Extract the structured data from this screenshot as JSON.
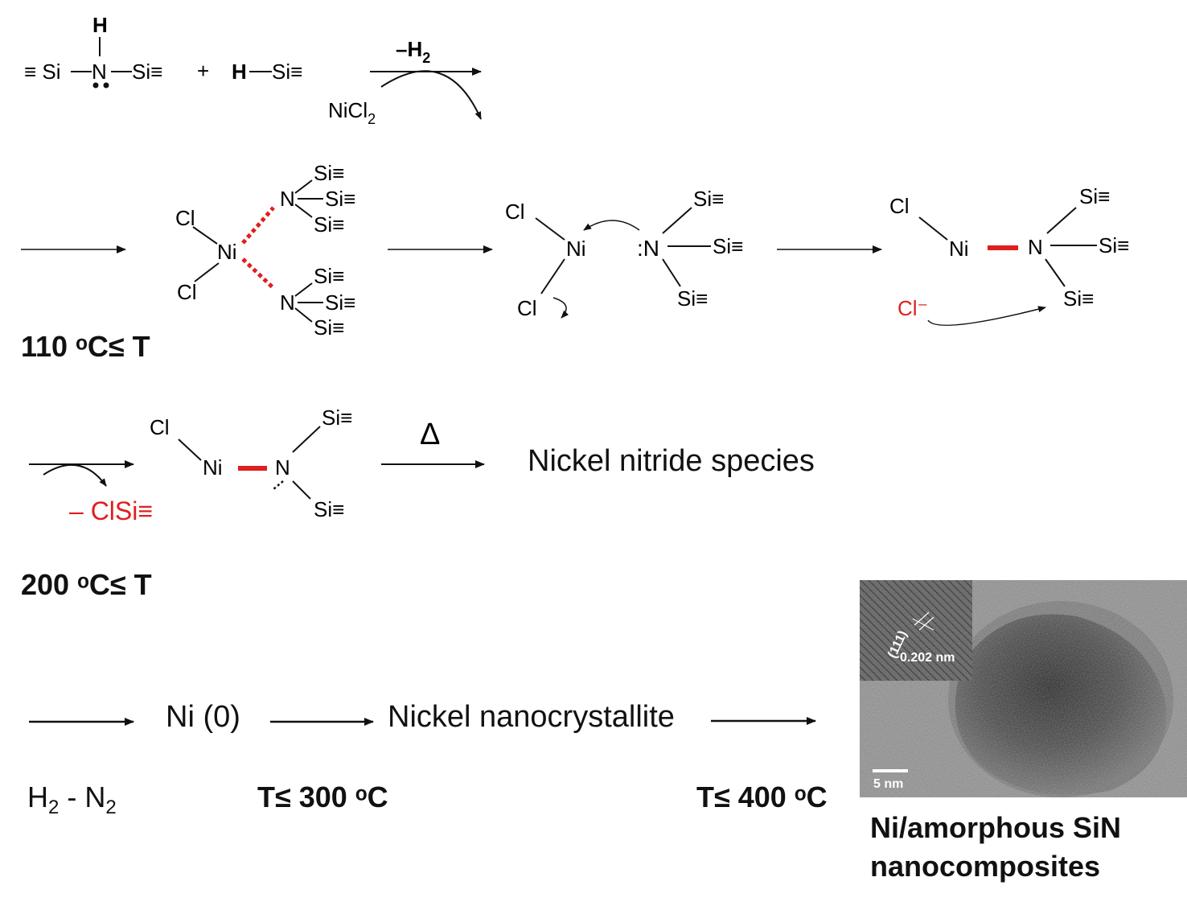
{
  "row1": {
    "reactant1": {
      "H": "H",
      "left": "≡ Si",
      "N": "N",
      "right": "Si≡"
    },
    "plus": "+",
    "reactant2": {
      "H": "H",
      "Si": "Si≡"
    },
    "above_arrow": "–H",
    "above_arrow_sub": "2",
    "below_arrow": "NiCl",
    "below_arrow_sub": "2"
  },
  "row2": {
    "complex1": {
      "Cl_top": "Cl",
      "Cl_bottom": "Cl",
      "Ni": "Ni",
      "N": "N",
      "Si": "Si≡"
    },
    "complex2": {
      "Cl_top": "Cl",
      "Cl_bottom": "Cl",
      "Ni": "Ni",
      "N": ":N",
      "Si": "Si≡"
    },
    "complex3": {
      "Cl": "Cl",
      "Ni": "Ni",
      "N": "N",
      "Si": "Si≡",
      "chloride": "Cl⁻"
    },
    "temperature": "110 ᵒC≤ T"
  },
  "row3": {
    "below_arrow": "– ClSi≡",
    "complex": {
      "Cl": "Cl",
      "Ni": "Ni",
      "N": "N",
      "Si": "Si≡"
    },
    "delta": "Δ",
    "product": "Nickel nitride species",
    "temperature": "200 ᵒC≤ T"
  },
  "row4": {
    "ni0": "Ni (0)",
    "nanocrystallite": "Nickel nanocrystallite",
    "gas": "H",
    "gas_sub1": "2",
    "gas_mid": " - N",
    "gas_sub2": "2",
    "temp1": "T≤ 300 ᵒC",
    "temp2": "T≤ 400 ᵒC"
  },
  "tem_image": {
    "plane": "(111)",
    "spacing": "0.202 nm",
    "scale_bar": "5 nm"
  },
  "caption": {
    "line1": "Ni/amorphous SiN",
    "line2": "nanocomposites"
  },
  "colors": {
    "highlight": "#e01e1e",
    "text": "#111111"
  }
}
